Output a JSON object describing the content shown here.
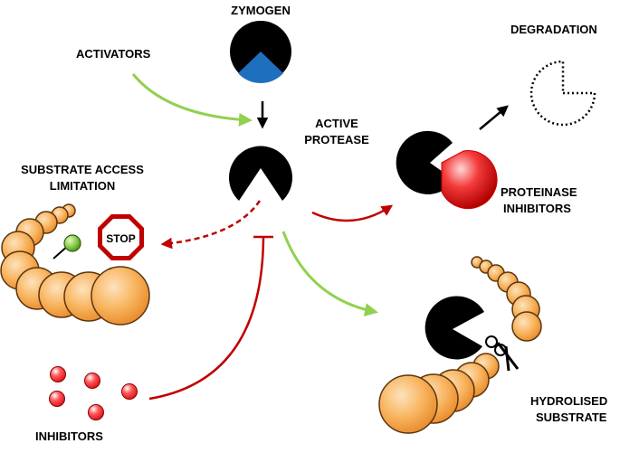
{
  "labels": {
    "zymogen": "ZYMOGEN",
    "activators": "ACTIVATORS",
    "active_protease_line1": "ACTIVE",
    "active_protease_line2": "PROTEASE",
    "degradation": "DEGRADATION",
    "substrate_access_line1": "SUBSTRATE ACCESS",
    "substrate_access_line2": "LIMITATION",
    "stop": "STOP",
    "proteinase_inhibitors_line1": "PROTEINASE",
    "proteinase_inhibitors_line2": "INHIBITORS",
    "inhibitors": "INHIBITORS",
    "hydrolised_substrate_line1": "HYDROLISED",
    "hydrolised_substrate_line2": "SUBSTRATE"
  },
  "colors": {
    "activation_arrow": "#92d050",
    "inhibition_arrow": "#c00000",
    "protease": "#000000",
    "zymogen_wedge": "#1f6fbf",
    "substrate_bead": "#f7a540",
    "inhibitor_sphere": "#e8171d",
    "ligand_sphere": "#7fc241",
    "stop_sign": "#c00000"
  }
}
